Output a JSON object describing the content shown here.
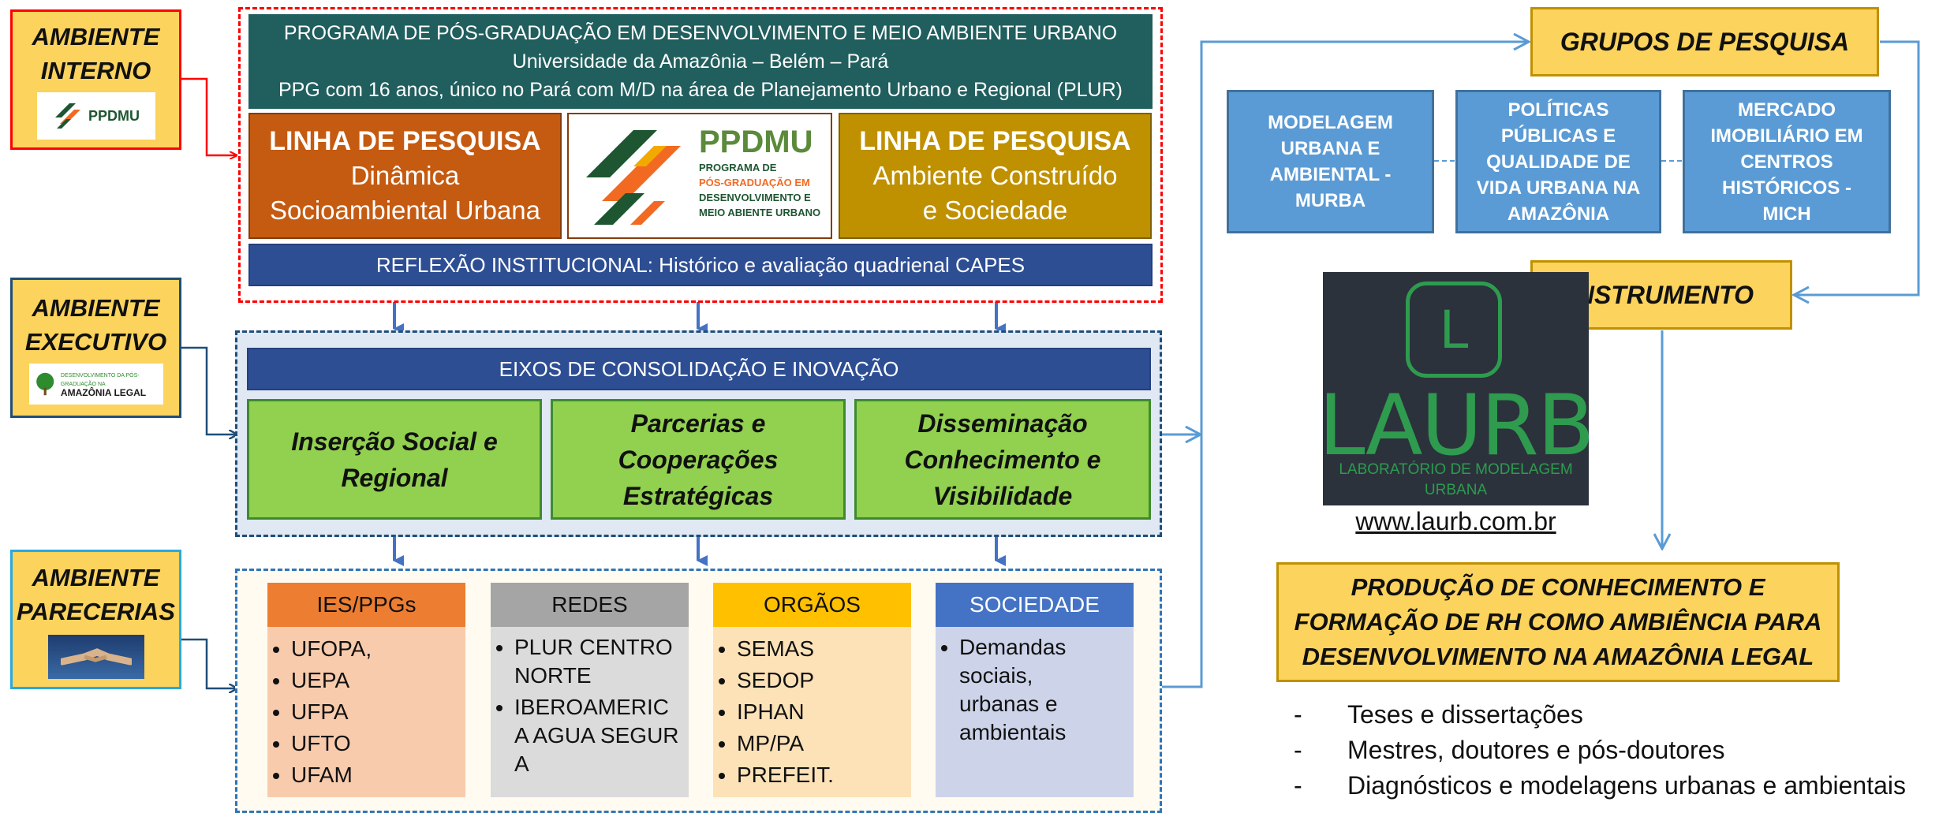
{
  "sides": {
    "interno": {
      "line1": "AMBIENTE",
      "line2": "INTERNO",
      "logo_text": "PPDMU"
    },
    "executivo": {
      "line1": "AMBIENTE",
      "line2": "EXECUTIVO",
      "logo_line1": "DESENVOLVIMENTO DA PÓS-GRADUAÇÃO NA",
      "logo_line2": "AMAZÔNIA LEGAL"
    },
    "parcerias": {
      "line1": "AMBIENTE",
      "line2": "PARECERIAS"
    }
  },
  "program": {
    "line1": "PROGRAMA DE PÓS-GRADUAÇÃO EM DESENVOLVIMENTO E MEIO AMBIENTE URBANO",
    "line2": "Universidade da Amazônia – Belém – Pará",
    "line3": "PPG com 16 anos, único no Pará com M/D na área de Planejamento Urbano e Regional (PLUR)"
  },
  "linha1": {
    "title": "LINHA DE PESQUISA",
    "sub1": "Dinâmica",
    "sub2": "Socioambiental Urbana"
  },
  "linha2": {
    "title": "LINHA DE PESQUISA",
    "sub1": "Ambiente Construído",
    "sub2": "e Sociedade"
  },
  "ppdmu_logo": {
    "name": "PPDMU",
    "l1": "PROGRAMA DE",
    "l2": "PÓS-GRADUAÇÃO EM",
    "l3": "DESENVOLVIMENTO E",
    "l4": "MEIO ABIENTE URBANO"
  },
  "reflexao": "REFLEXÃO INSTITUCIONAL: Histórico e avaliação quadrienal CAPES",
  "eixos": {
    "title": "EIXOS DE CONSOLIDAÇÃO E INOVAÇÃO",
    "e1": {
      "l1": "Inserção Social e",
      "l2": "Regional"
    },
    "e2": {
      "l1": "Parcerias e",
      "l2": "Cooperações",
      "l3": "Estratégicas"
    },
    "e3": {
      "l1": "Disseminação",
      "l2": "Conhecimento e",
      "l3": "Visibilidade"
    }
  },
  "partners": [
    {
      "header": "IES/PPGs",
      "color": "#ed7d31",
      "bg": "#f8cbad",
      "items": [
        "UFOPA,",
        "UEPA",
        "UFPA",
        "UFTO",
        "UFAM"
      ]
    },
    {
      "header": "REDES",
      "color": "#a5a5a5",
      "bg": "#dbdbdb",
      "items": [
        "PLUR CENTRO NORTE",
        "IBEROAMERICA AGUA SEGURA"
      ]
    },
    {
      "header": "ORGÃOS",
      "color": "#ffc000",
      "bg": "#fde2b8",
      "items": [
        "SEMAS",
        "SEDOP",
        "IPHAN",
        "MP/PA",
        "PREFEIT."
      ]
    },
    {
      "header": "SOCIEDADE",
      "color": "#4472c4",
      "bg": "#cdd4ea",
      "items": [
        "Demandas sociais, urbanas e ambientais"
      ]
    }
  ],
  "grupos": {
    "title": "GRUPOS DE PESQUISA",
    "g1": [
      "MODELAGEM",
      "URBANA E",
      "AMBIENTAL -",
      "MURBA"
    ],
    "g2": [
      "POLÍTICAS",
      "PÚBLICAS E",
      "QUALIDADE DE",
      "VIDA URBANA NA",
      "AMAZÔNIA"
    ],
    "g3": [
      "MERCADO",
      "IMOBILIÁRIO EM",
      "CENTROS",
      "HISTÓRICOS -",
      "MICH"
    ]
  },
  "instrumento": "INSTRUMENTO",
  "laurb": {
    "letter": "L",
    "name": "LAURB",
    "sub1": "LABORATÓRIO DE MODELAGEM",
    "sub2": "URBANA",
    "url": "www.laurb.com.br"
  },
  "producao": {
    "l1": "PRODUÇÃO DE CONHECIMENTO E",
    "l2": "FORMAÇÃO DE RH COMO AMBIÊNCIA PARA",
    "l3": "DESENVOLVIMENTO NA AMAZÔNIA LEGAL"
  },
  "outputs": [
    "Teses e dissertações",
    "Mestres, doutores e pós-doutores",
    "Diagnósticos e modelagens urbanas e ambientais"
  ],
  "colors": {
    "red": "#ff0000",
    "navy": "#1f4e79",
    "blue": "#5b9bd5",
    "teal": "#215e5e",
    "orange": "#c55a11",
    "gold": "#bf9000",
    "green": "#92d050",
    "yellow": "#fbd35d"
  }
}
